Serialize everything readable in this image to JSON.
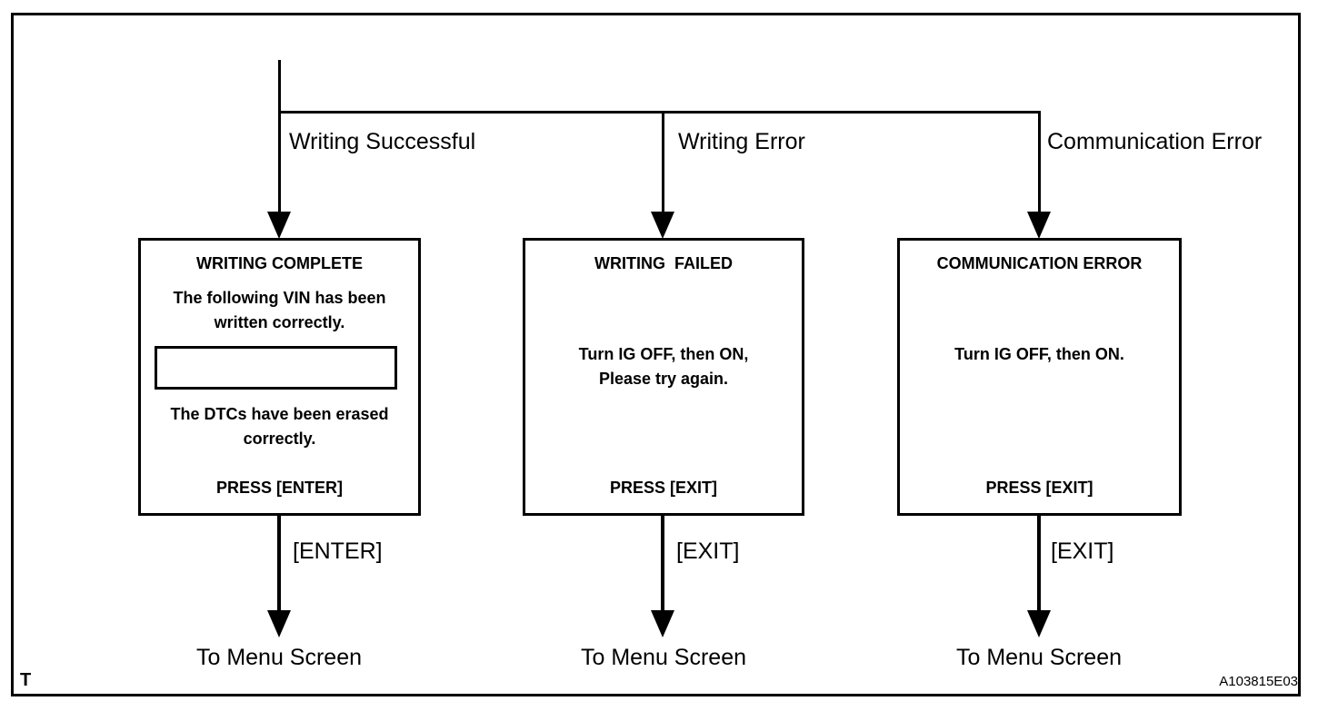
{
  "page": {
    "background_color": "#ffffff",
    "line_color": "#000000"
  },
  "diagram": {
    "corner_label": "T",
    "figure_code": "A103815E03",
    "branches": [
      {
        "condition_label": "Writing Successful",
        "screen": {
          "title": "WRITING COMPLETE",
          "message_top": "The following VIN has been\nwritten correctly.",
          "vin_field_value": "",
          "message_bottom": "The DTCs have been erased\ncorrectly.",
          "press_label": "PRESS [ENTER]"
        },
        "key_label": "[ENTER]",
        "destination_label": "To Menu Screen"
      },
      {
        "condition_label": "Writing Error",
        "screen": {
          "title": "WRITING  FAILED",
          "message": "Turn IG OFF, then ON,\nPlease try again.",
          "press_label": "PRESS [EXIT]"
        },
        "key_label": "[EXIT]",
        "destination_label": "To Menu Screen"
      },
      {
        "condition_label": "Communication Error",
        "screen": {
          "title": "COMMUNICATION ERROR",
          "message": "Turn IG OFF, then ON.",
          "press_label": "PRESS [EXIT]"
        },
        "key_label": "[EXIT]",
        "destination_label": "To Menu Screen"
      }
    ]
  }
}
